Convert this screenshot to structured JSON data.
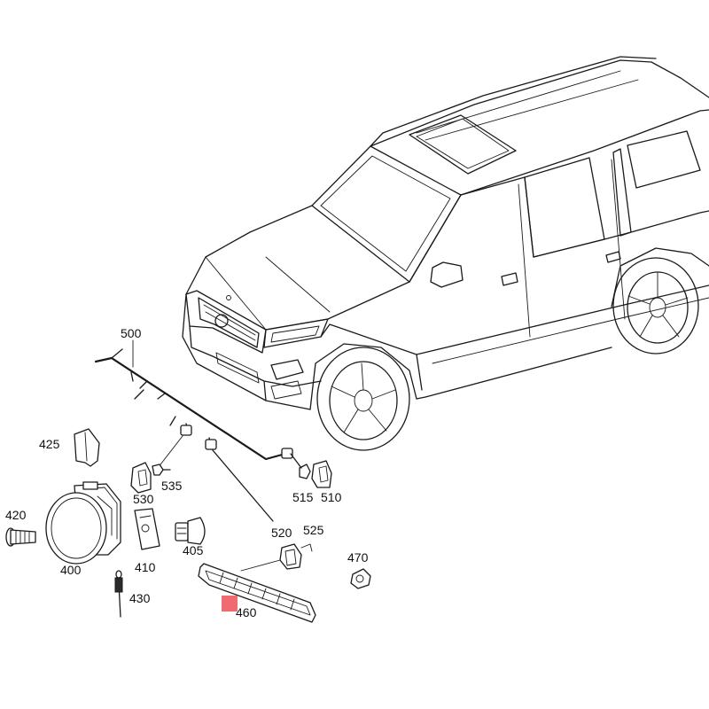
{
  "labels": {
    "l500": "500",
    "l425": "425",
    "l530": "530",
    "l535": "535",
    "l515": "515",
    "l510": "510",
    "l420": "420",
    "l400": "400",
    "l410": "410",
    "l405": "405",
    "l520": "520",
    "l525": "525",
    "l470": "470",
    "l430": "430",
    "l460": "460"
  },
  "colors": {
    "line": "#1a1a1a",
    "highlight": "#f06a72"
  }
}
